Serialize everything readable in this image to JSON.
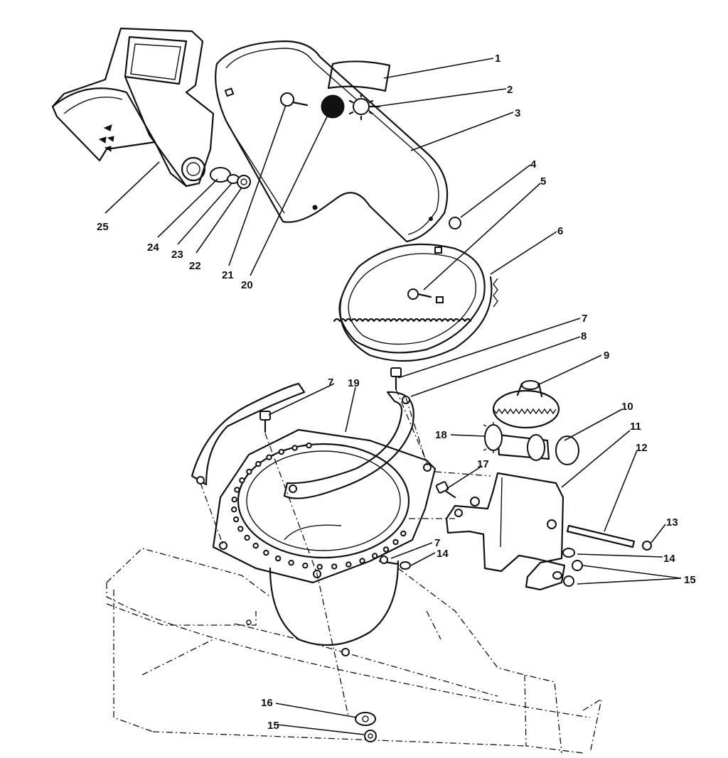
{
  "callouts": [
    {
      "id": "c1",
      "text": "1"
    },
    {
      "id": "c2",
      "text": "2"
    },
    {
      "id": "c3",
      "text": "3"
    },
    {
      "id": "c4",
      "text": "4"
    },
    {
      "id": "c5",
      "text": "5"
    },
    {
      "id": "c6",
      "text": "6"
    },
    {
      "id": "c7a",
      "text": "7"
    },
    {
      "id": "c8",
      "text": "8"
    },
    {
      "id": "c9",
      "text": "9"
    },
    {
      "id": "c10",
      "text": "10"
    },
    {
      "id": "c11",
      "text": "11"
    },
    {
      "id": "c12",
      "text": "12"
    },
    {
      "id": "c13",
      "text": "13"
    },
    {
      "id": "c14a",
      "text": "14"
    },
    {
      "id": "c15a",
      "text": "15"
    },
    {
      "id": "c7b",
      "text": "7"
    },
    {
      "id": "c19",
      "text": "19"
    },
    {
      "id": "c18",
      "text": "18"
    },
    {
      "id": "c17",
      "text": "17"
    },
    {
      "id": "c7c",
      "text": "7"
    },
    {
      "id": "c14b",
      "text": "14"
    },
    {
      "id": "c16",
      "text": "16"
    },
    {
      "id": "c15b",
      "text": "15"
    },
    {
      "id": "c20",
      "text": "20"
    },
    {
      "id": "c21",
      "text": "21"
    },
    {
      "id": "c22",
      "text": "22"
    },
    {
      "id": "c23",
      "text": "23"
    },
    {
      "id": "c24",
      "text": "24"
    },
    {
      "id": "c25",
      "text": "25"
    }
  ]
}
